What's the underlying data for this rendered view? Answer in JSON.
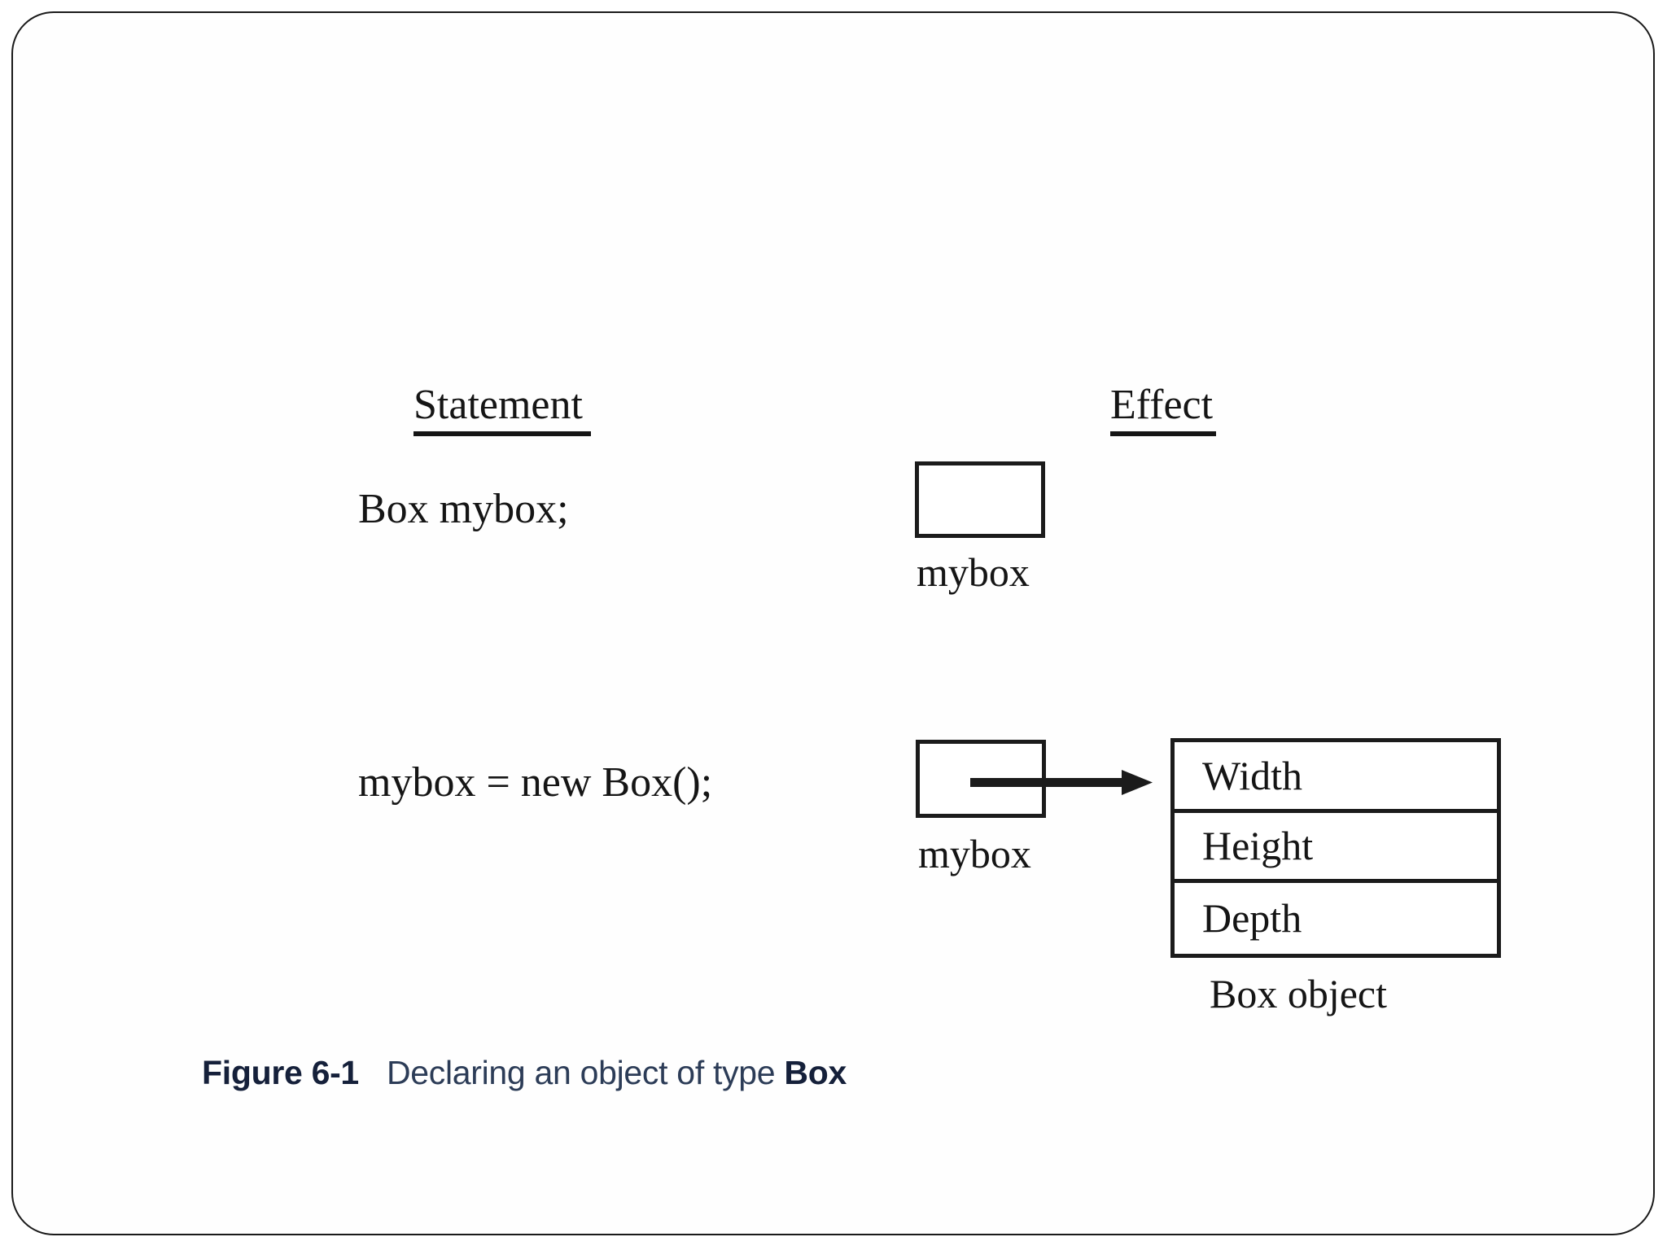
{
  "slide": {
    "background_color": "#ffffff",
    "border_color": "#1a1a1a",
    "ink_color": "#151515"
  },
  "columns": {
    "statement_header": "Statement",
    "effect_header": "Effect"
  },
  "rows": [
    {
      "statement": "Box mybox;",
      "reference_label": "mybox",
      "has_arrow": false,
      "object": null
    },
    {
      "statement": "mybox = new Box();",
      "reference_label": "mybox",
      "has_arrow": true,
      "object": {
        "label": "Box object",
        "fields": [
          "Width",
          "Height",
          "Depth"
        ]
      }
    }
  ],
  "caption": {
    "number": "Figure 6-1",
    "description_prefix": "Declaring an object of type ",
    "description_bold": "Box",
    "color": "#1f2b44"
  },
  "icons": {
    "arrow": "arrow-right-icon"
  }
}
